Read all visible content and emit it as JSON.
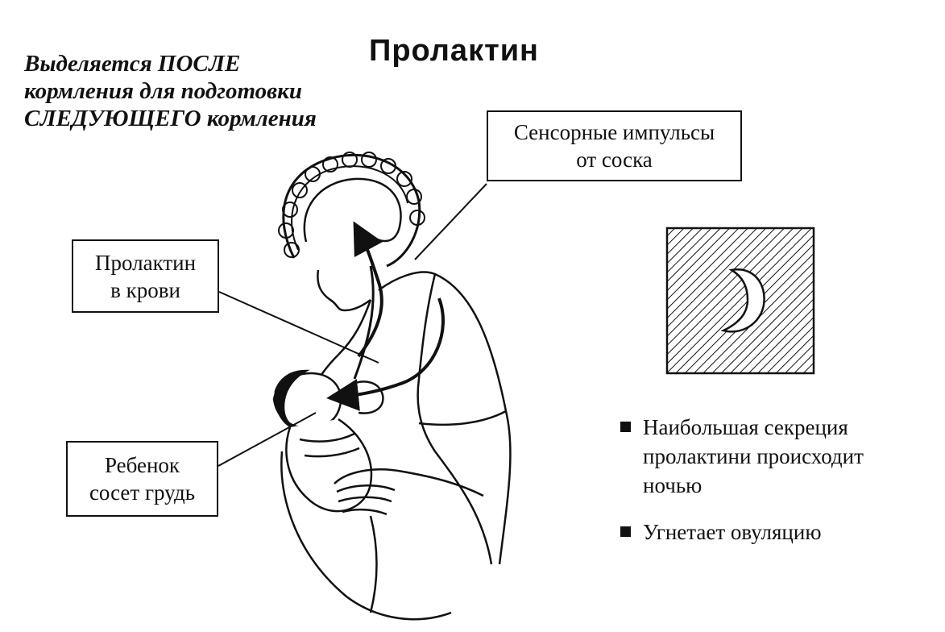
{
  "title": "Пролактин",
  "subtitle": {
    "lines": [
      "Выделяется ПОСЛЕ",
      "кормления для подготовки",
      "СЛЕДУЮЩЕГО кормления"
    ]
  },
  "labels": {
    "sensory": {
      "lines": [
        "Сенсорные импульсы",
        "от соска"
      ]
    },
    "blood": {
      "lines": [
        "Пролактин",
        "в крови"
      ]
    },
    "baby": {
      "lines": [
        "Ребенок",
        "сосет грудь"
      ]
    }
  },
  "facts": [
    {
      "lines": [
        "Наибольшая секреция",
        "пролактини происходит",
        "ночью"
      ]
    },
    {
      "lines": [
        "Угнетает овуляцию"
      ]
    }
  ],
  "icons": {
    "night": "moon-icon",
    "bullet": "square-bullet-icon"
  }
}
